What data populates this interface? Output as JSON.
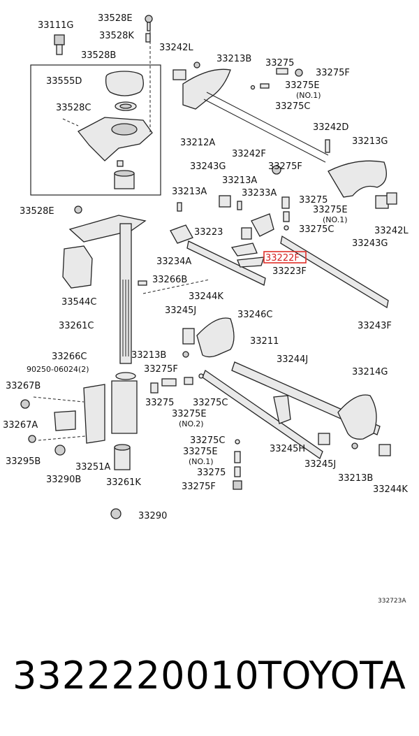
{
  "diagram": {
    "catalog_ref": "332723A",
    "highlighted_label": "33222F",
    "labels": {
      "l33111G": "33111G",
      "l33528E_top": "33528E",
      "l33528K": "33528K",
      "l33528B": "33528B",
      "l33555D": "33555D",
      "l33528C": "33528C",
      "l33242L_a": "33242L",
      "l33213B_a": "33213B",
      "l33275_a": "33275",
      "l33275F_a": "33275F",
      "l33275E_a": "33275E",
      "l_no1_a": "(NO.1)",
      "l33275C_a": "33275C",
      "l33212A": "33212A",
      "l33242D": "33242D",
      "l33242F": "33242F",
      "l33213G": "33213G",
      "l33243G_a": "33243G",
      "l33275F_b": "33275F",
      "l33213A_a": "33213A",
      "l33213A_b": "33213A",
      "l33233A": "33233A",
      "l33275_b": "33275",
      "l33275E_b": "33275E",
      "l_no1_b": "(NO.1)",
      "l33275C_b": "33275C",
      "l33242L_b": "33242L",
      "l33243G_b": "33243G",
      "l33528E_mid": "33528E",
      "l33223": "33223",
      "l33222F": "33222F",
      "l33234A": "33234A",
      "l33223F": "33223F",
      "l33544C": "33544C",
      "l33266B": "33266B",
      "l33244K_a": "33244K",
      "l33245J_a": "33245J",
      "l33246C": "33246C",
      "l33243F": "33243F",
      "l33261C": "33261C",
      "l33211": "33211",
      "l33266C": "33266C",
      "l33213B_b": "33213B",
      "l33244J": "33244J",
      "l90250": "90250-06024(2)",
      "l33275F_c": "33275F",
      "l33267B": "33267B",
      "l33214G": "33214G",
      "l33275_c": "33275",
      "l33275C_c": "33275C",
      "l33267A": "33267A",
      "l33275E_c": "33275E",
      "l_no2": "(NO.2)",
      "l33275C_d": "33275C",
      "l33245H": "33245H",
      "l33295B": "33295B",
      "l33275E_d": "33275E",
      "l33245J_b": "33245J",
      "l_no1_c": "(NO.1)",
      "l33251A": "33251A",
      "l33275_d": "33275",
      "l33213B_c": "33213B",
      "l33290B": "33290B",
      "l33261K": "33261K",
      "l33275F_d": "33275F",
      "l33244K_b": "33244K",
      "l33290": "33290"
    }
  },
  "footer": {
    "part_number": "3322220010",
    "brand": "TOYOTA"
  }
}
